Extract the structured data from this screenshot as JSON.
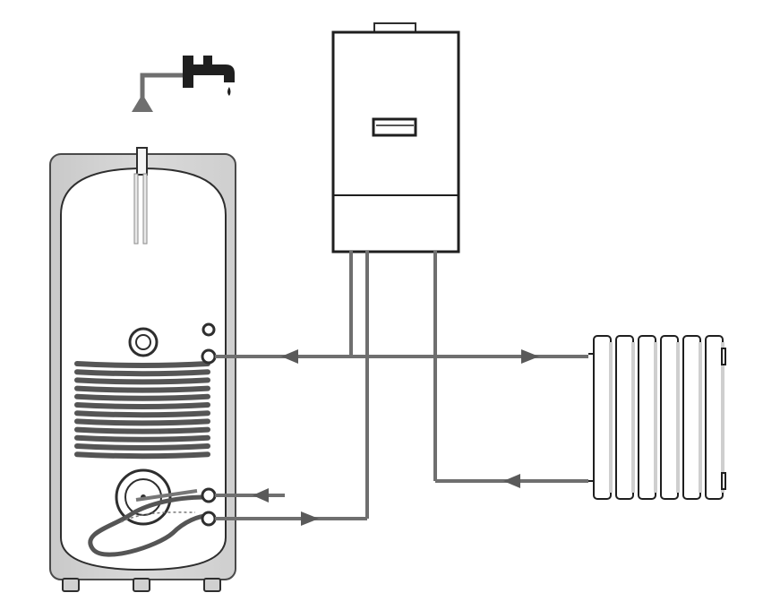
{
  "diagram": {
    "components": [
      {
        "id": "water-tank",
        "icon": "storage-tank-icon"
      },
      {
        "id": "boiler",
        "icon": "wall-boiler-icon"
      },
      {
        "id": "radiator",
        "icon": "radiator-icon"
      },
      {
        "id": "tap",
        "icon": "faucet-icon"
      },
      {
        "id": "heating-coil",
        "icon": "coil-icon"
      }
    ],
    "colors": {
      "outline": "#1f1f1f",
      "pipe": "#6f6f6f",
      "tank_fill": "#d8d8d8",
      "tank_inner": "#ffffff",
      "coil_fill": "#555555",
      "boiler_fill": "#ffffff",
      "radiator_fill": "#ffffff",
      "arrow": "#5a5a5a"
    }
  }
}
